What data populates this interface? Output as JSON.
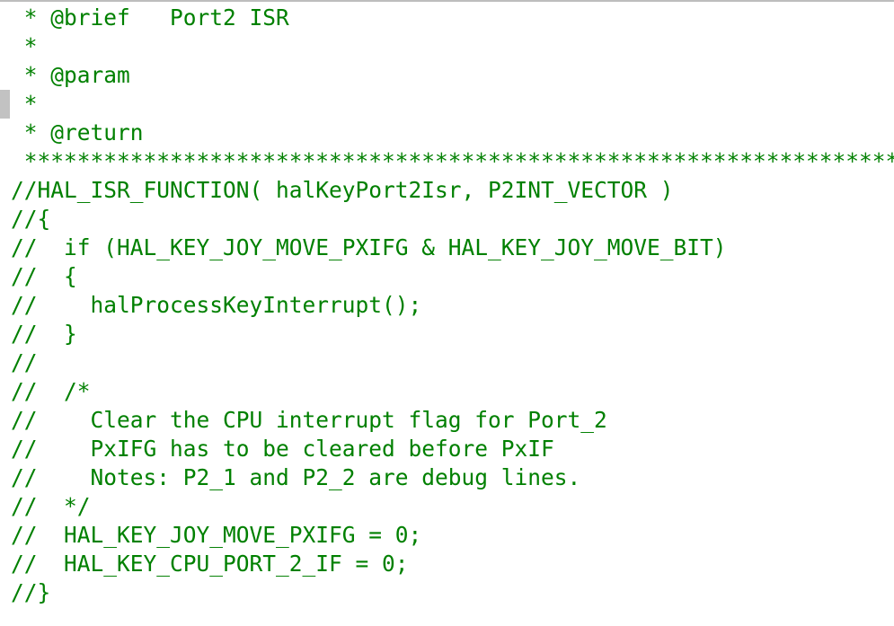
{
  "code_view": {
    "lines": [
      " * @brief   Port2 ISR",
      " *",
      " * @param",
      " *",
      " * @return",
      " *************************************************************************************",
      "//HAL_ISR_FUNCTION( halKeyPort2Isr, P2INT_VECTOR )",
      "//{",
      "//  if (HAL_KEY_JOY_MOVE_PXIFG & HAL_KEY_JOY_MOVE_BIT)",
      "//  {",
      "//    halProcessKeyInterrupt();",
      "//  }",
      "//",
      "//  /*",
      "//    Clear the CPU interrupt flag for Port_2",
      "//    PxIFG has to be cleared before PxIF",
      "//    Notes: P2_1 and P2_2 are debug lines.",
      "//  */",
      "//  HAL_KEY_JOY_MOVE_PXIFG = 0;",
      "//  HAL_KEY_CPU_PORT_2_IF = 0;",
      "//}"
    ]
  },
  "colors": {
    "comment": "#008000",
    "background": "#ffffff",
    "gutter_marker": "#c2c2c2"
  }
}
